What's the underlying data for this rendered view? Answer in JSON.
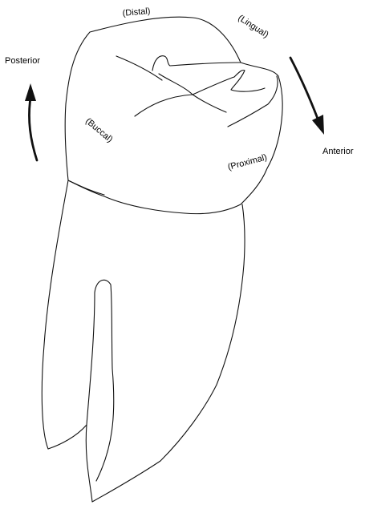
{
  "labels": {
    "distal": "(Distal)",
    "lingual": "(Lingual)",
    "posterior": "Posterior",
    "anterior": "Anterior",
    "buccal": "(Buccal)",
    "proximal": "(Proximal)"
  },
  "colors": {
    "stroke": "#111111",
    "text": "#000000",
    "background": "#ffffff"
  }
}
